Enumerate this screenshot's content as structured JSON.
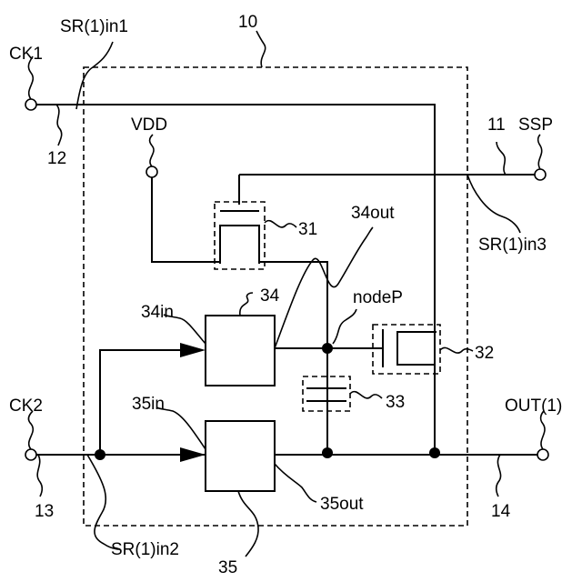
{
  "labels": {
    "block_number": "10",
    "sr_in1": "SR(1)in1",
    "ck1": "CK1",
    "ref_12": "12",
    "vdd": "VDD",
    "ref_11": "11",
    "ssp": "SSP",
    "ref_31": "31",
    "out34": "34out",
    "sr_in3": "SR(1)in3",
    "ref_34": "34",
    "in34": "34in",
    "nodeP": "nodeP",
    "ref_32": "32",
    "ref_33": "33",
    "in35": "35in",
    "ck2": "CK2",
    "out1": "OUT(1)",
    "ref_13": "13",
    "out35": "35out",
    "ref_14": "14",
    "sr_in2": "SR(1)in2",
    "ref_35": "35"
  }
}
